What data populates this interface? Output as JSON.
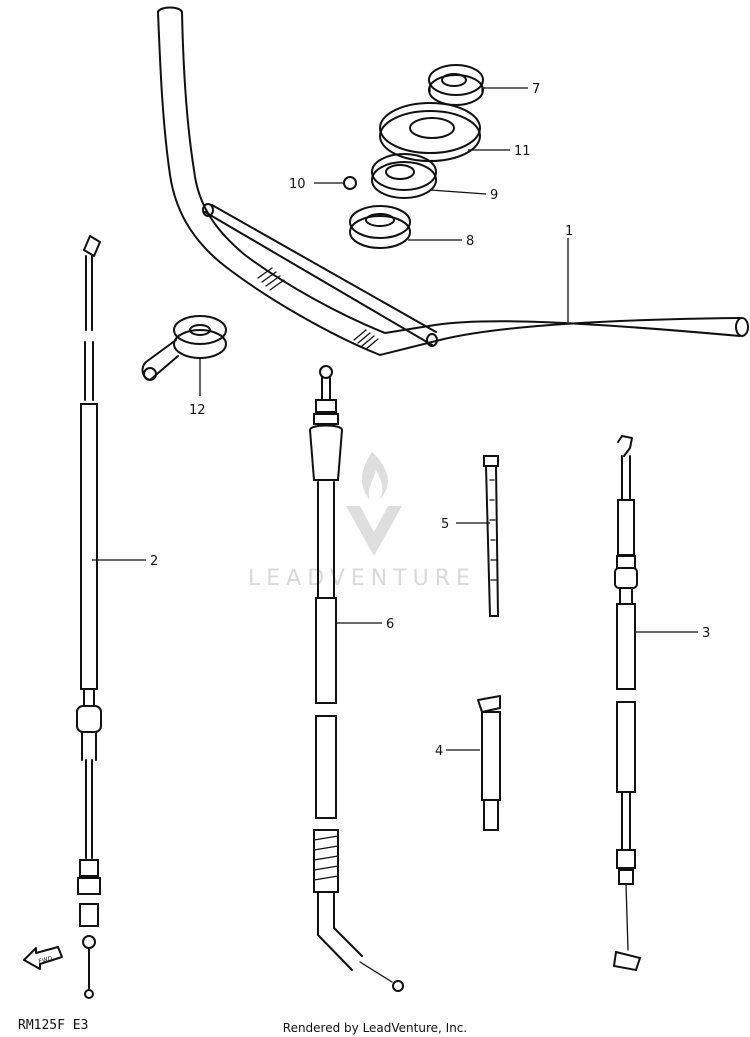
{
  "diagram": {
    "watermark": "LEADVENTURE",
    "model_code": "RM125F  E3",
    "footer": "Rendered by LeadVenture, Inc.",
    "fwd_label": "FWD",
    "callouts": {
      "c1": "1",
      "c2": "2",
      "c3": "3",
      "c4": "4",
      "c5": "5",
      "c6": "6",
      "c7": "7",
      "c8": "8",
      "c9": "9",
      "c10": "10",
      "c11": "11",
      "c12": "12"
    }
  }
}
